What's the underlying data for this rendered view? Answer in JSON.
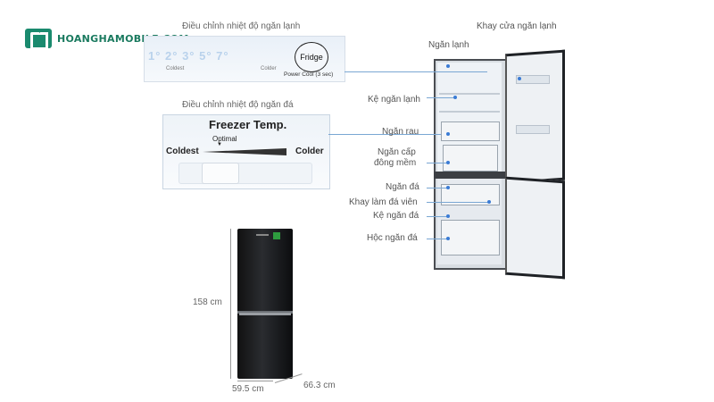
{
  "brand": {
    "logo_text": "HOANGHAMOBILE.COM"
  },
  "captions": {
    "fridge_temp": "Điều chỉnh nhiệt độ ngăn lạnh",
    "freezer_temp": "Điều chỉnh nhiệt độ ngăn đá"
  },
  "fridge_panel": {
    "temps": "1°  2°  3°  5°  7°",
    "coldest": "Coldest",
    "colder": "Colder",
    "button": "Fridge",
    "power_cool": "Power Cool (3 sec)"
  },
  "freezer_panel": {
    "title": "Freezer Temp.",
    "optimal": "Optimal",
    "coldest": "Coldest",
    "colder": "Colder"
  },
  "parts": {
    "ngan_lanh": "Ngăn lạnh",
    "khay_cua": "Khay cửa ngăn lạnh",
    "ke_ngan_lanh": "Kệ ngăn lạnh",
    "ngan_rau": "Ngăn rau",
    "ngan_cap_dong_1": "Ngăn cấp",
    "ngan_cap_dong_2": "đông mềm",
    "ngan_da": "Ngăn đá",
    "khay_lam_da": "Khay làm đá viên",
    "ke_ngan_da": "Kệ ngăn đá",
    "hoc_ngan_da": "Hộc ngăn đá"
  },
  "dimensions": {
    "height": "158 cm",
    "width": "59.5 cm",
    "depth": "66.3 cm"
  },
  "colors": {
    "accent": "#3a7bd5",
    "brand": "#1a7a5f"
  }
}
